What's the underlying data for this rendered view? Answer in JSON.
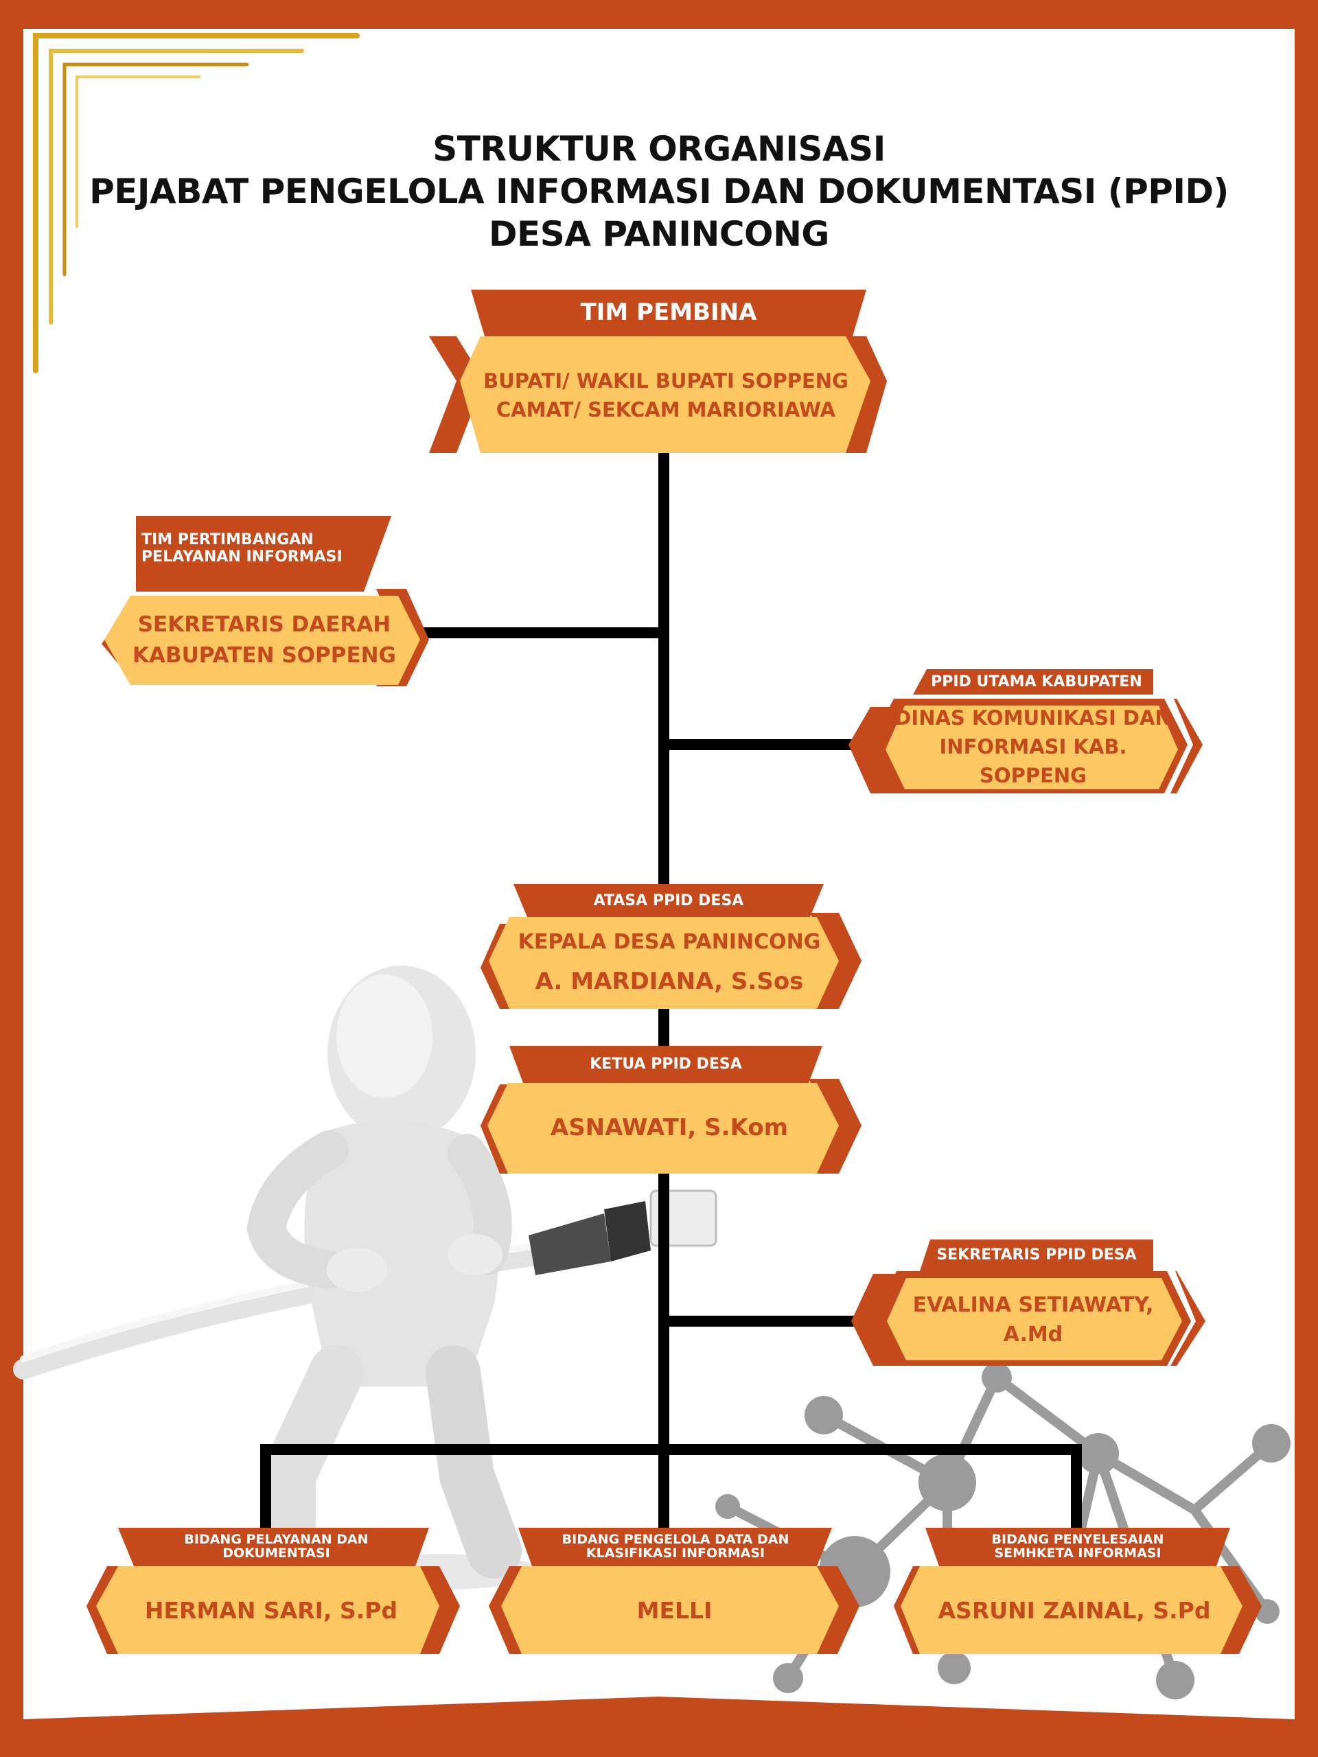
{
  "title": {
    "line1": "STRUKTUR ORGANISASI",
    "line2": "PEJABAT PENGELOLA INFORMASI DAN DOKUMENTASI (PPID)",
    "line3": "DESA PANINCONG"
  },
  "nodes": {
    "tim_pembina": {
      "header": "TIM PEMBINA",
      "line1": "BUPATI/ WAKIL BUPATI SOPPENG",
      "line2": "CAMAT/ SEKCAM MARIORIAWA"
    },
    "tim_pertimbangan": {
      "header_line1": "TIM PERTIMBANGAN",
      "header_line2": "PELAYANAN INFORMASI",
      "line1": "SEKRETARIS DAERAH",
      "line2": "KABUPATEN SOPPENG"
    },
    "ppid_utama": {
      "header": "PPID UTAMA KABUPATEN",
      "line1": "DINAS KOMUNIKASI DAN",
      "line2": "INFORMASI KAB. SOPPENG"
    },
    "atasan": {
      "header": "ATASA PPID DESA",
      "line1": "KEPALA DESA PANINCONG",
      "line2": "A. MARDIANA, S.Sos"
    },
    "ketua": {
      "header": "KETUA PPID DESA",
      "line1": "ASNAWATI, S.Kom"
    },
    "sekretaris": {
      "header": "SEKRETARIS PPID DESA",
      "line1": "EVALINA SETIAWATY, A.Md"
    },
    "bidang_pelayanan": {
      "header_line1": "BIDANG PELAYANAN DAN",
      "header_line2": "DOKUMENTASI",
      "line1": "HERMAN SARI, S.Pd"
    },
    "bidang_data": {
      "header_line1": "BIDANG PENGELOLA DATA DAN",
      "header_line2": "KLASIFIKASI INFORMASI",
      "line1": "MELLI"
    },
    "bidang_sengketa": {
      "header_line1": "BIDANG PENYELESAIAN",
      "header_line2": "SEMHKETA INFORMASI",
      "line1": "ASRUNI ZAINAL, S.Pd"
    }
  },
  "colors": {
    "frame": "#C44A1C",
    "header_fill": "#C4491B",
    "box_fill": "#FDC764",
    "box_text": "#C4491B",
    "connector": "#000000",
    "gold_accent": "#D9A21B"
  }
}
